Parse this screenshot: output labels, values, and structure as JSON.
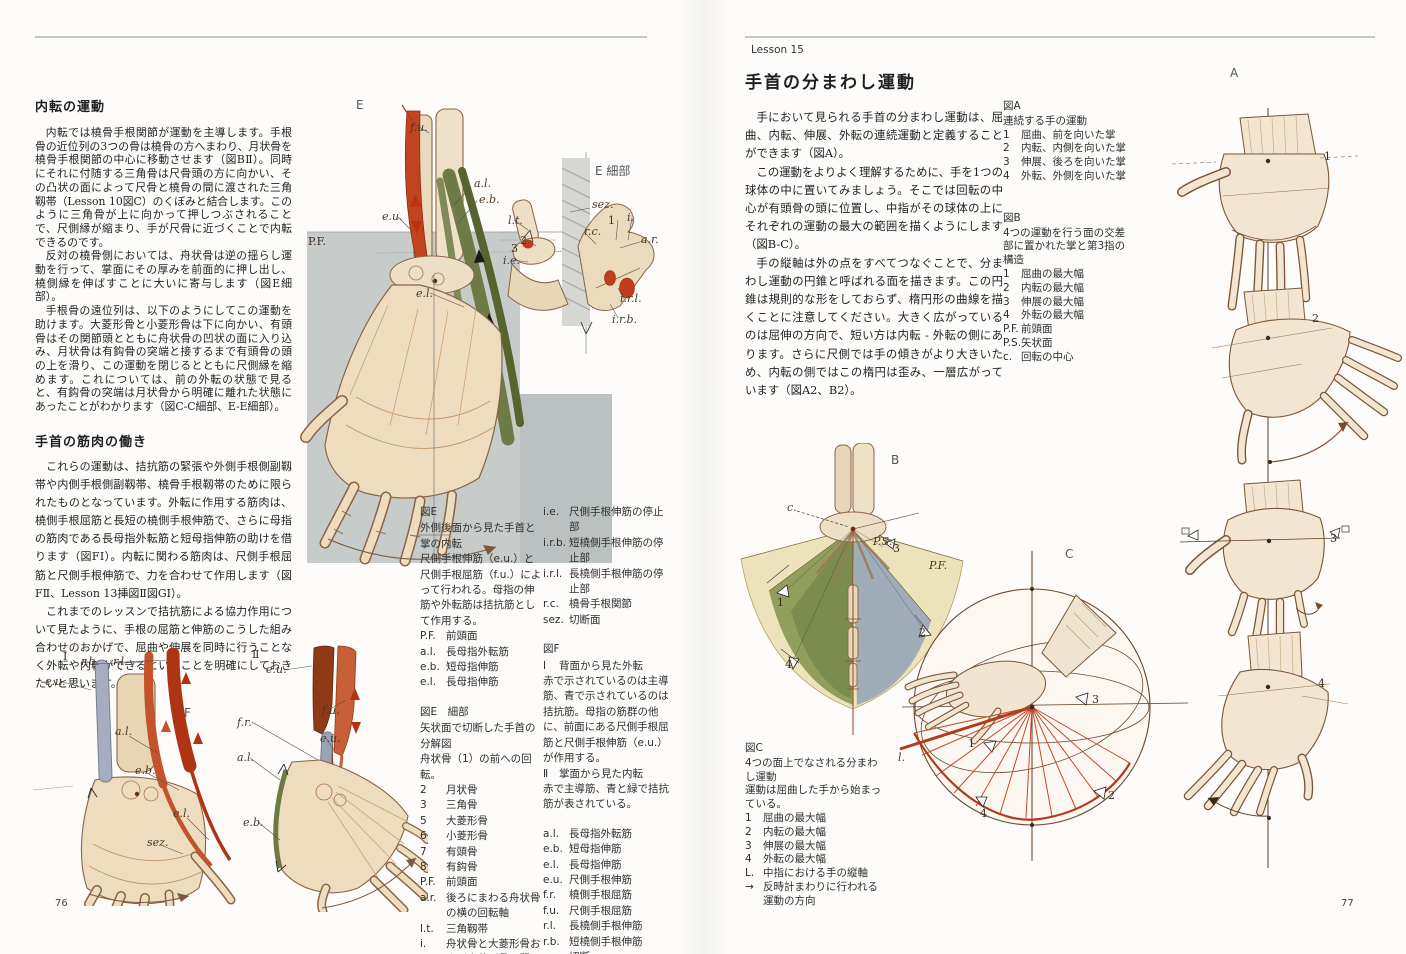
{
  "left_page": {
    "page_number": "76",
    "sections": [
      {
        "title": "内転の運動",
        "paras": [
          "内転では橈骨手根関節が運動を主導します。手根骨の近位列の3つの骨は橈骨の方へまわり、月状骨を橈骨手根関節の中心に移動させます（図BⅡ）。同時にそれに付随する三角骨は尺骨頭の方に向かい、その凸状の面によって尺骨と橈骨の間に渡された三角靱帯（Lesson 10図C）のくぼみと結合します。このように三角骨が上に向かって押しつぶされることで、尺側縁が縮まり、手が尺骨に近づくことで内転できるのです。",
          "反対の橈骨側においては、舟状骨は逆の揺らし運動を行って、掌面にその厚みを前面的に押し出し、橈側縁を伸ばすことに大いに寄与します（図E細部）。",
          "手根骨の遠位列は、以下のようにしてこの運動を助けます。大菱形骨と小菱形骨は下に向かい、有頭骨はその関節頭とともに舟状骨の凹状の面に入り込み、月状骨は有鈎骨の突端と接するまで有頭骨の頭の上を滑り、この運動を閉じるとともに尺側縁を縮めます。これについては、前の外転の状態で見ると、有鈎骨の突端は月状骨から明確に離れた状態にあったことがわかります（図C-C細部、E-E細部）。"
        ]
      },
      {
        "title": "手首の筋肉の働き",
        "paras": [
          "これらの運動は、拮抗筋の緊張や外側手根側副靱帯や内側手根側副靱帯、橈骨手根靱帯のために限られたものとなっています。外転に作用する筋肉は、橈側手根屈筋と長短の橈側手根伸筋で、さらに母指の筋肉である長母指外転筋と短母指伸筋の助けを借ります（図FⅠ）。内転に関わる筋肉は、尺側手根屈筋と尺側手根伸筋で、力を合わせて作用します（図FⅡ、Lesson 13挿図Ⅱ図GⅠ）。",
          "これまでのレッスンで拮抗筋による協力作用について見たように、手根の屈筋と伸筋のこうした組み合わせのおかげで、屈曲や伸展を同時に行うことなく外転や内転ができるということを明確にしておきたいと思います。"
        ]
      }
    ],
    "legend_e": {
      "title": "図E",
      "desc": [
        "外側後面から見た手首と掌の内転",
        "尺側手根伸筋（e.u.）と尺側手根屈筋（f.u.）によって行われる。母指の伸筋や外転筋は拮抗筋として作用する。"
      ],
      "items": [
        {
          "k": "P.F.",
          "v": "前頭面"
        },
        {
          "k": "a.l.",
          "v": "長母指外転筋"
        },
        {
          "k": "e.b.",
          "v": "短母指伸筋"
        },
        {
          "k": "e.l.",
          "v": "長母指伸筋"
        }
      ]
    },
    "legend_e_detail": {
      "title": "図E　細部",
      "desc": [
        "矢状面で切断した手首の分解図",
        "舟状骨（1）の前への回転。"
      ],
      "items": [
        {
          "k": "2",
          "v": "月状骨"
        },
        {
          "k": "3",
          "v": "三角骨"
        },
        {
          "k": "5",
          "v": "大菱形骨"
        },
        {
          "k": "6",
          "v": "小菱形骨"
        },
        {
          "k": "7",
          "v": "有頭骨"
        },
        {
          "k": "8",
          "v": "有鈎骨"
        },
        {
          "k": "P.F.",
          "v": "前頭面"
        },
        {
          "k": "a.r.",
          "v": "後ろにまわる舟状骨の横の回転軸"
        },
        {
          "k": "l.t.",
          "v": "三角靱帯"
        },
        {
          "k": "i.",
          "v": "舟状骨と大菱形骨および小菱形骨の間の関節の隙間"
        }
      ]
    },
    "legend_e_detail2": {
      "items": [
        {
          "k": "i.e.",
          "v": "尺側手根伸筋の停止部"
        },
        {
          "k": "i.r.b.",
          "v": "短橈側手根伸筋の停止部"
        },
        {
          "k": "i.r.l.",
          "v": "長橈側手根伸筋の停止部"
        },
        {
          "k": "r.c.",
          "v": "橈骨手根関節"
        },
        {
          "k": "sez.",
          "v": "切断面"
        }
      ]
    },
    "legend_f": {
      "title": "図F",
      "sub1_key": "Ⅰ",
      "sub1": "背面から見た外転",
      "sub1_desc": "赤で示されているのは主導筋、青で示されているのは拮抗筋。母指の筋群の他に、前面にある尺側手根屈筋と尺側手根伸筋（e.u.）が作用する。",
      "sub2_key": "Ⅱ",
      "sub2": "掌面から見た内転",
      "sub2_desc": "赤で主導筋、青と緑で拮抗筋が表されている。",
      "items": [
        {
          "k": "a.l.",
          "v": "長母指外転筋"
        },
        {
          "k": "e.b.",
          "v": "短母指伸筋"
        },
        {
          "k": "e.l.",
          "v": "長母指伸筋"
        },
        {
          "k": "e.u.",
          "v": "尺側手根伸筋"
        },
        {
          "k": "f.r.",
          "v": "橈側手根屈筋"
        },
        {
          "k": "f.u.",
          "v": "尺側手根屈筋"
        },
        {
          "k": "r.l.",
          "v": "長橈側手根伸筋"
        },
        {
          "k": "r.b.",
          "v": "短橈側手根伸筋"
        },
        {
          "k": "sez.",
          "v": "切断"
        }
      ]
    }
  },
  "right_page": {
    "page_number": "77",
    "lesson": "Lesson 15",
    "title": "手首の分まわし運動",
    "paras": [
      "手において見られる手首の分まわし運動は、屈曲、内転、伸展、外転の連続運動と定義することができます（図A）。",
      "この運動をよりよく理解するために、手を1つの球体の中に置いてみましょう。そこでは回転の中心が有頭骨の頭に位置し、中指がその球体の上にそれぞれの運動の最大の範囲を描くようにします（図B-C）。",
      "手の縦軸は外の点をすべてつなぐことで、分まわし運動の円錐と呼ばれる面を描きます。この円錐は規則的な形をしておらず、楕円形の曲線を描くことに注意してください。大きく広がっているのは屈伸の方向で、短い方は内転 - 外転の側にあります。さらに尺側では手の傾きがより大きいため、内転の側ではこの楕円は歪み、一層広がっています（図A2、B2）。"
    ],
    "legend_a": {
      "title": "図A",
      "desc": "連続する手の運動",
      "items": [
        {
          "k": "1",
          "v": "屈曲、前を向いた掌"
        },
        {
          "k": "2",
          "v": "内転、内側を向いた掌"
        },
        {
          "k": "3",
          "v": "伸展、後ろを向いた掌"
        },
        {
          "k": "4",
          "v": "外転、外側を向いた掌"
        }
      ]
    },
    "legend_b": {
      "title": "図B",
      "desc": "4つの運動を行う面の交差部に置かれた掌と第3指の構造",
      "items": [
        {
          "k": "1",
          "v": "屈曲の最大幅"
        },
        {
          "k": "2",
          "v": "内転の最大幅"
        },
        {
          "k": "3",
          "v": "伸展の最大幅"
        },
        {
          "k": "4",
          "v": "外転の最大幅"
        },
        {
          "k": "P.F.",
          "v": "前頭面"
        },
        {
          "k": "P.S.",
          "v": "矢状面"
        },
        {
          "k": "c.",
          "v": "回転の中心"
        }
      ]
    },
    "legend_c": {
      "title": "図C",
      "desc": [
        "4つの面上でなされる分まわし運動",
        "運動は屈曲した手から始まっている。"
      ],
      "items": [
        {
          "k": "1",
          "v": "屈曲の最大幅"
        },
        {
          "k": "2",
          "v": "内転の最大幅"
        },
        {
          "k": "3",
          "v": "伸展の最大幅"
        },
        {
          "k": "4",
          "v": "外転の最大幅"
        },
        {
          "k": "L.",
          "v": "中指における手の縦軸"
        },
        {
          "k": "→",
          "v": "反時計まわりに行われる運動の方向"
        }
      ]
    }
  },
  "figures": {
    "e": {
      "label": "E",
      "ann": [
        "f.u.",
        "a.l.",
        "e.b.",
        "e.u.",
        "P.F.",
        "e.l."
      ]
    },
    "e_detail": {
      "label": "E 細部",
      "ann": [
        "sez.",
        "l.t.",
        "r.c.",
        "1",
        "i.",
        "a.r.",
        "2",
        "3",
        "i.e.",
        "i.r.l.",
        "i.r.b."
      ]
    },
    "f": {
      "label": "F"
    },
    "f1": {
      "label": "Ⅰ",
      "ann": [
        "e.u.",
        "r.b.",
        "r.l.",
        "a.l.",
        "e.b.",
        "e.l.",
        "sez."
      ]
    },
    "f2": {
      "label": "Ⅱ",
      "ann": [
        "e.u.",
        "f.u.",
        "f.r.",
        "e.u.",
        "a.l.",
        "e.b."
      ]
    },
    "a": {
      "label": "A",
      "ann": [
        "1",
        "2",
        "3",
        "4"
      ]
    },
    "b": {
      "label": "B",
      "ann": [
        "c.",
        "P.S.",
        "P.F.",
        "1",
        "2",
        "3",
        "4"
      ]
    },
    "c": {
      "label": "C",
      "ann": [
        "l.",
        "1",
        "2",
        "3",
        "4"
      ]
    }
  },
  "colors": {
    "paper": "#fdfcfa",
    "panel_gray": "#c7cccb",
    "muscle_red": "#c2431f",
    "muscle_green": "#6e7b44",
    "muscle_blue": "#9aa3b5",
    "fan_cream": "#ece3ba",
    "fan_green": "#8d9a55",
    "fan_blue": "#9aa7b8",
    "cone_red": "#b23a1a",
    "sketch_sepia": "#7a5636"
  }
}
